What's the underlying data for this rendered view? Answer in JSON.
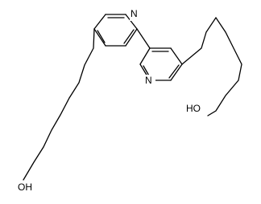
{
  "molecule": {
    "left_pyridine_nitrogen": "N",
    "right_pyridine_nitrogen": "N",
    "left_hydroxyl": "OH",
    "right_hydroxyl": "HO"
  },
  "colors": {
    "bond": "#000000",
    "background": "#ffffff"
  }
}
